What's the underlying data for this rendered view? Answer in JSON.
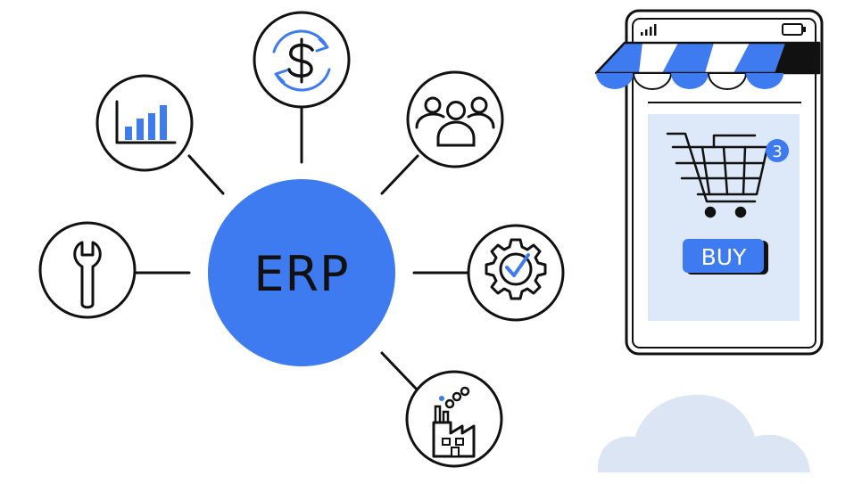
{
  "center": {
    "label": "ERP"
  },
  "nodes": [
    {
      "id": "finance",
      "icon": "dollar-exchange-icon"
    },
    {
      "id": "analytics",
      "icon": "bar-chart-icon"
    },
    {
      "id": "team",
      "icon": "people-group-icon"
    },
    {
      "id": "maintenance",
      "icon": "wrench-icon"
    },
    {
      "id": "settings",
      "icon": "gear-check-icon"
    },
    {
      "id": "manufacturing",
      "icon": "factory-icon"
    }
  ],
  "phone": {
    "awning_colors": [
      "#3e7bf0",
      "#ffffff"
    ],
    "cart": {
      "icon": "shopping-cart-icon",
      "badge_count": "3"
    },
    "buy_button": {
      "label": "BUY"
    }
  },
  "cloud": {
    "icon": "cloud-icon"
  },
  "colors": {
    "accent": "#3e7bf0",
    "panel": "#dde8f8",
    "cloud": "#dbe5f4",
    "stroke": "#111111"
  }
}
